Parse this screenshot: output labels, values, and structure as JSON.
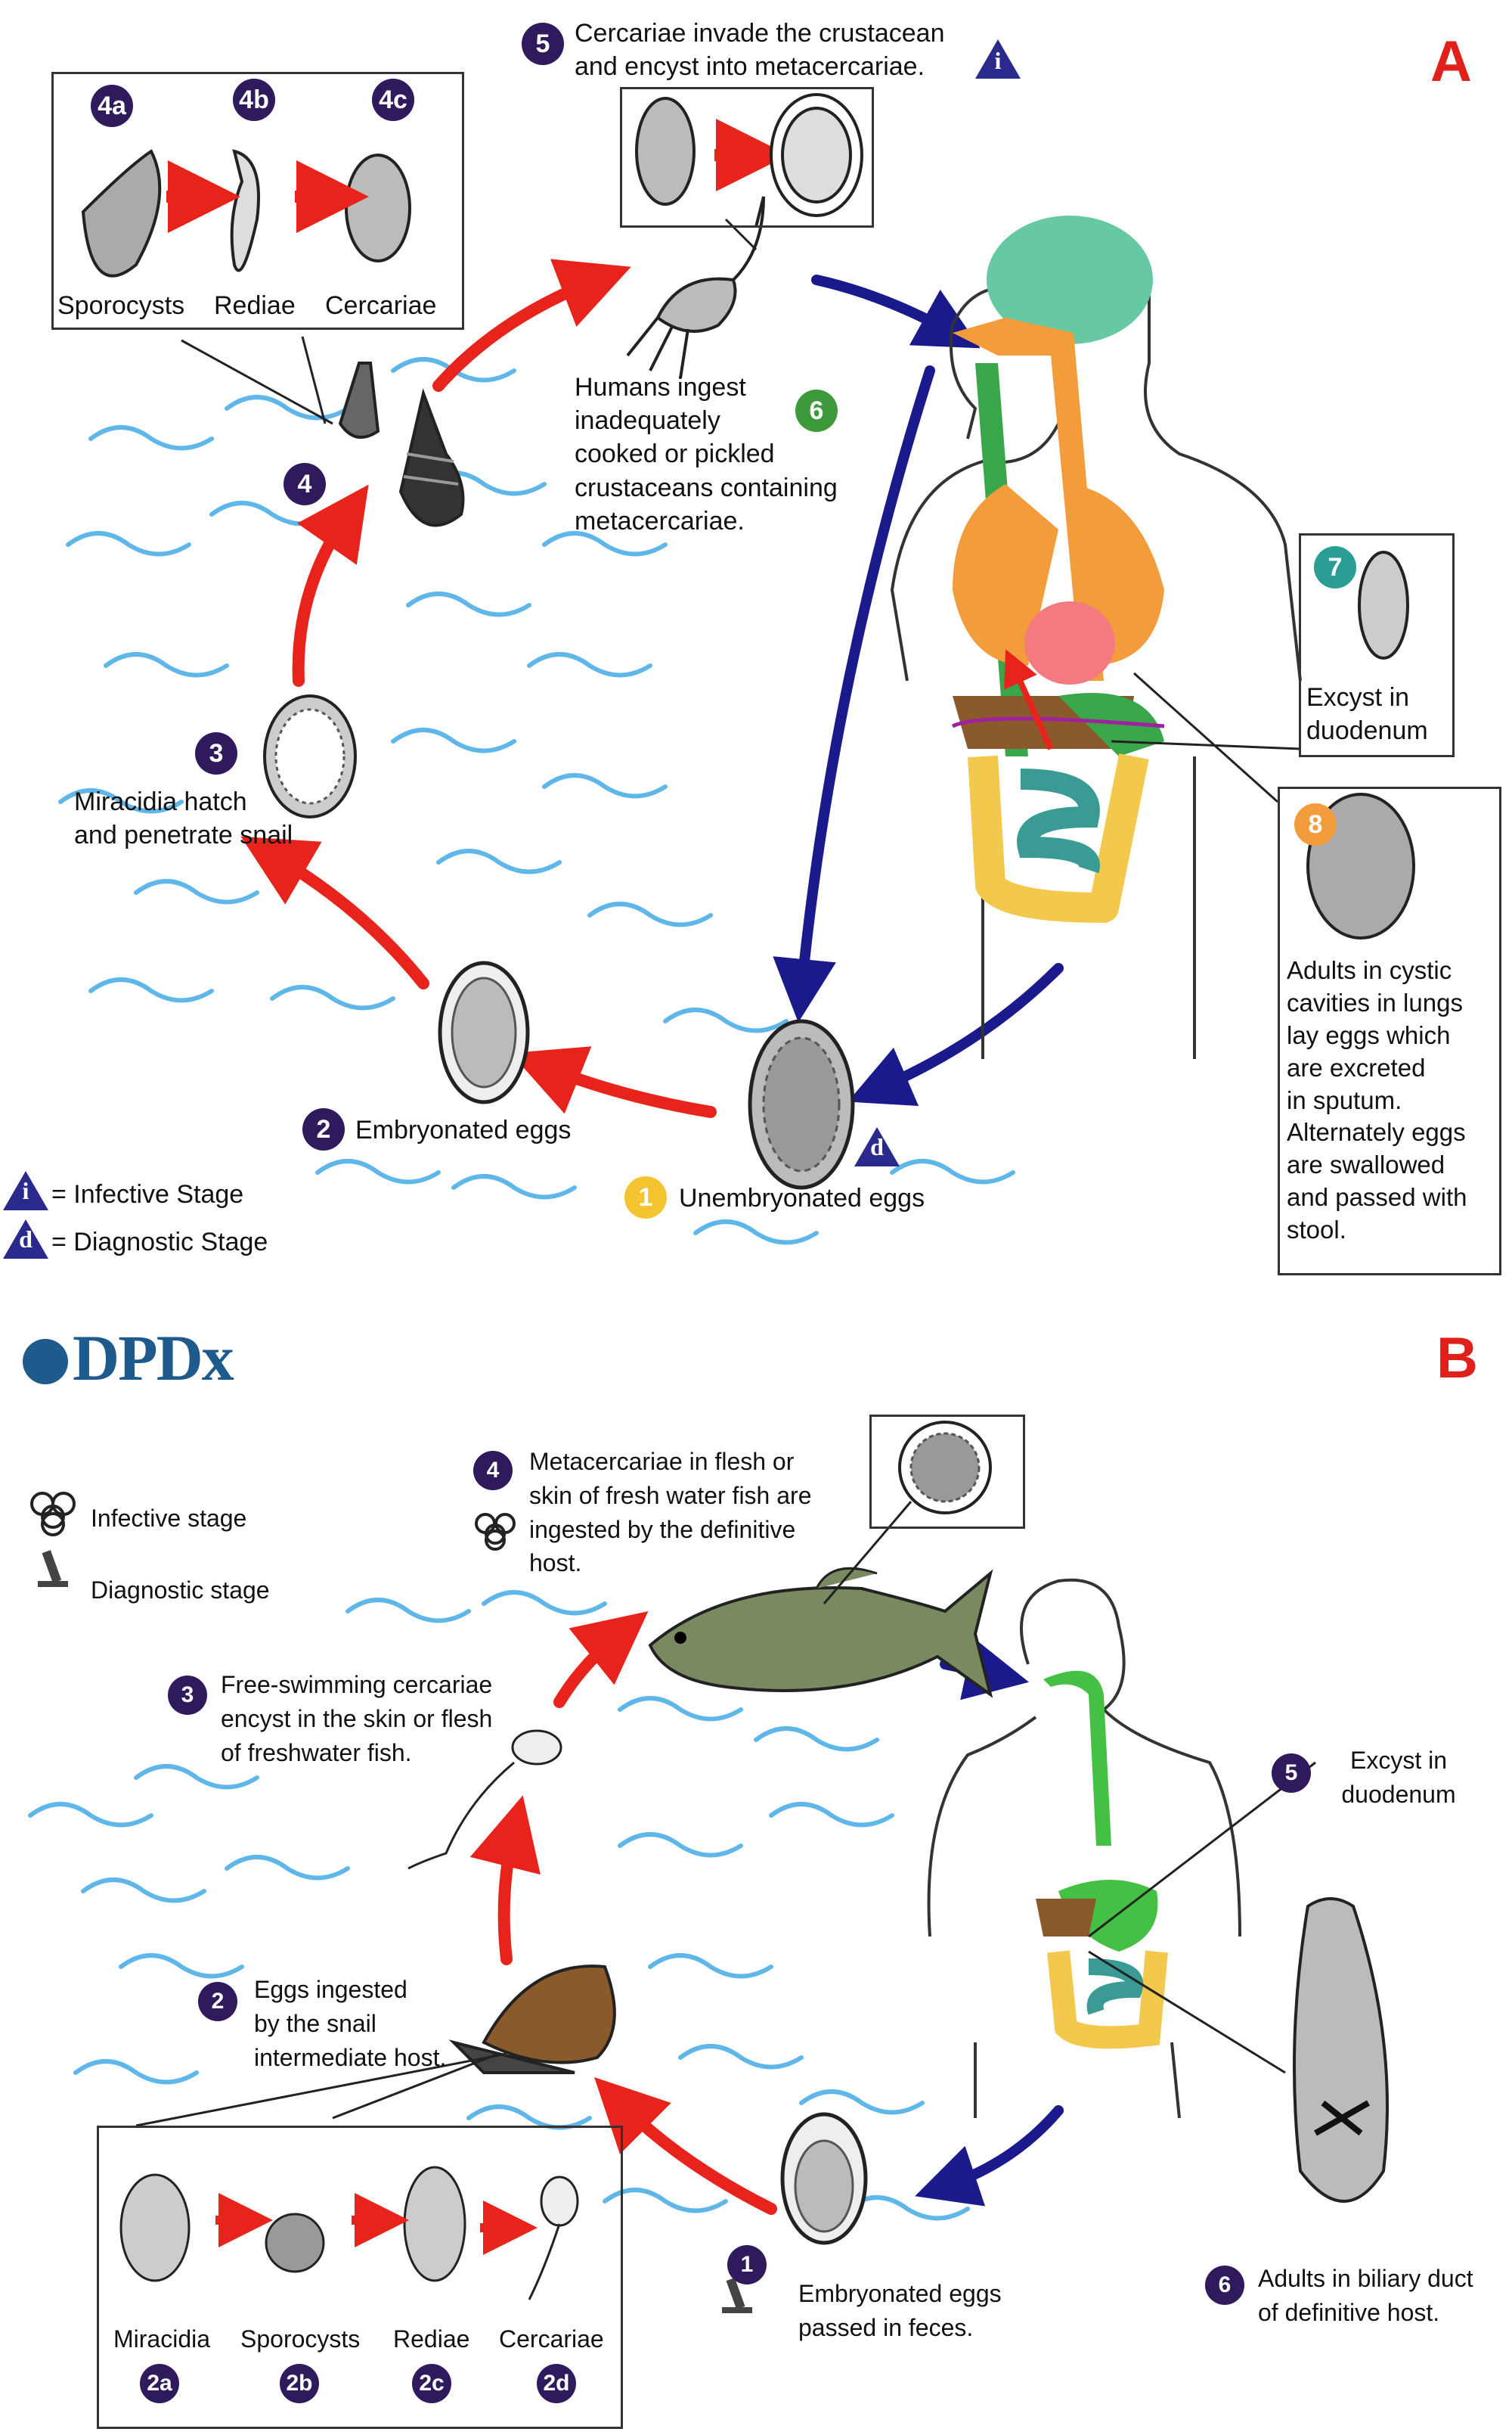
{
  "panel_a": {
    "letter": "A",
    "steps": {
      "s1": {
        "num": "1",
        "text": "Unembryonated eggs"
      },
      "s2": {
        "num": "2",
        "text": "Embryonated eggs"
      },
      "s3": {
        "num": "3",
        "line1": "Miracidia hatch",
        "line2": "and penetrate snail"
      },
      "s4": {
        "num": "4"
      },
      "s4a": {
        "num": "4a",
        "label": "Sporocysts"
      },
      "s4b": {
        "num": "4b",
        "label": "Rediae"
      },
      "s4c": {
        "num": "4c",
        "label": "Cercariae"
      },
      "s5": {
        "num": "5",
        "line1": "Cercariae invade the crustacean",
        "line2": "and encyst into metacercariae."
      },
      "s6": {
        "num": "6",
        "line1": "Humans ingest",
        "line2": "inadequately",
        "line3": "cooked or pickled",
        "line4": "crustaceans containing",
        "line5": "metacercariae."
      },
      "s7": {
        "num": "7",
        "line1": "Excyst in",
        "line2": "duodenum"
      },
      "s8": {
        "num": "8",
        "line1": "Adults in cystic",
        "line2": "cavities in lungs",
        "line3": "lay eggs which",
        "line4": "are excreted",
        "line5": "in sputum.",
        "line6": "Alternately eggs",
        "line7": "are swallowed",
        "line8": "and passed with",
        "line9": "stool."
      }
    },
    "legend": {
      "infective_symbol": "i",
      "infective_text": "= Infective Stage",
      "diagnostic_symbol": "d",
      "diagnostic_text": "= Diagnostic Stage"
    }
  },
  "panel_b": {
    "letter": "B",
    "logo_text": "DPDx",
    "legend": {
      "infective": "Infective stage",
      "diagnostic": "Diagnostic stage"
    },
    "steps": {
      "s1": {
        "num": "1",
        "line1": "Embryonated eggs",
        "line2": "passed in feces."
      },
      "s2": {
        "num": "2",
        "line1": "Eggs ingested",
        "line2": "by the snail",
        "line3": "intermediate host."
      },
      "s2a": {
        "num": "2a",
        "label": "Miracidia"
      },
      "s2b": {
        "num": "2b",
        "label": "Sporocysts"
      },
      "s2c": {
        "num": "2c",
        "label": "Rediae"
      },
      "s2d": {
        "num": "2d",
        "label": "Cercariae"
      },
      "s3": {
        "num": "3",
        "line1": "Free-swimming cercariae",
        "line2": "encyst in the skin or flesh",
        "line3": "of freshwater fish."
      },
      "s4": {
        "num": "4",
        "line1": "Metacercariae in flesh or",
        "line2": "skin of fresh water fish are",
        "line3": "ingested by the definitive",
        "line4": "host."
      },
      "s5": {
        "num": "5",
        "line1": "Excyst in",
        "line2": "duodenum"
      },
      "s6": {
        "num": "6",
        "line1": "Adults in biliary duct",
        "line2": "of definitive host."
      }
    }
  },
  "colors": {
    "red_arrow": "#e8231c",
    "blue_arrow": "#1a1a8c",
    "water": "#5fb6e8",
    "step_badge": "#2e1a5c",
    "panel_letter": "#e0201a"
  }
}
